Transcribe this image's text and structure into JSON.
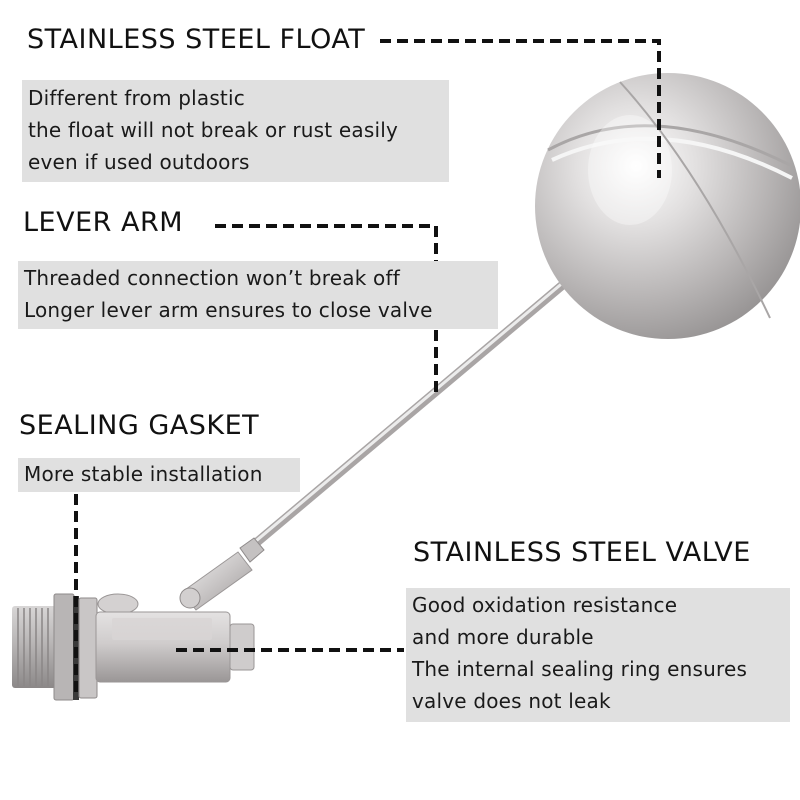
{
  "callouts": {
    "float": {
      "title": "STAINLESS STEEL FLOAT",
      "lines": [
        "Different from plastic",
        "the float will not break or rust easily",
        "even if used outdoors"
      ]
    },
    "lever_arm": {
      "title": "LEVER ARM",
      "lines": [
        "Threaded connection won’t break off",
        "Longer lever arm ensures to close valve"
      ]
    },
    "gasket": {
      "title": "SEALING GASKET",
      "lines": [
        "More stable installation"
      ]
    },
    "valve": {
      "title": "STAINLESS STEEL VALVE",
      "lines": [
        "Good oxidation resistance",
        "and more durable",
        "The internal sealing ring ensures",
        "valve does not leak"
      ]
    }
  },
  "colors": {
    "background": "#ffffff",
    "text": "#111111",
    "box_fill": "#e0e0e0",
    "leader_line": "#111111",
    "steel_light": "#eeeeee",
    "steel_mid": "#c4c2c2",
    "steel_dark": "#8a8787"
  }
}
